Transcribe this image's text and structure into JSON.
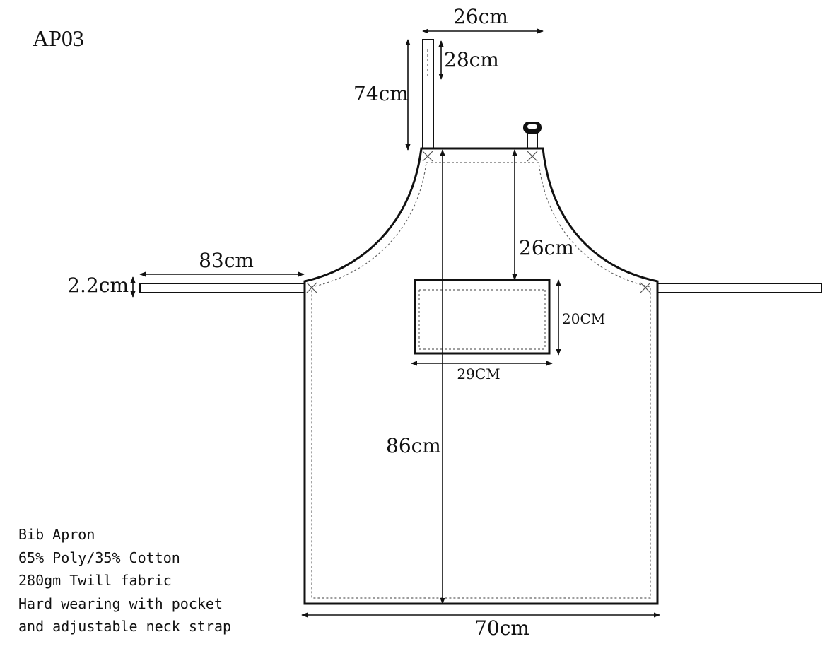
{
  "model_code": "AP03",
  "description_lines": [
    "Bib Apron",
    "65% Poly/35% Cotton",
    "280gm Twill fabric",
    "Hard wearing with pocket",
    "and adjustable neck strap"
  ],
  "dimensions": {
    "neck_strap_width": "26cm",
    "neck_strap_adjust": "28cm",
    "neck_strap_length": "74cm",
    "bib_to_pocket": "26cm",
    "waist_tie_length": "83cm",
    "waist_tie_width": "2.2cm",
    "pocket_height": "20CM",
    "pocket_width": "29CM",
    "apron_length": "86cm",
    "apron_width": "70cm"
  }
}
